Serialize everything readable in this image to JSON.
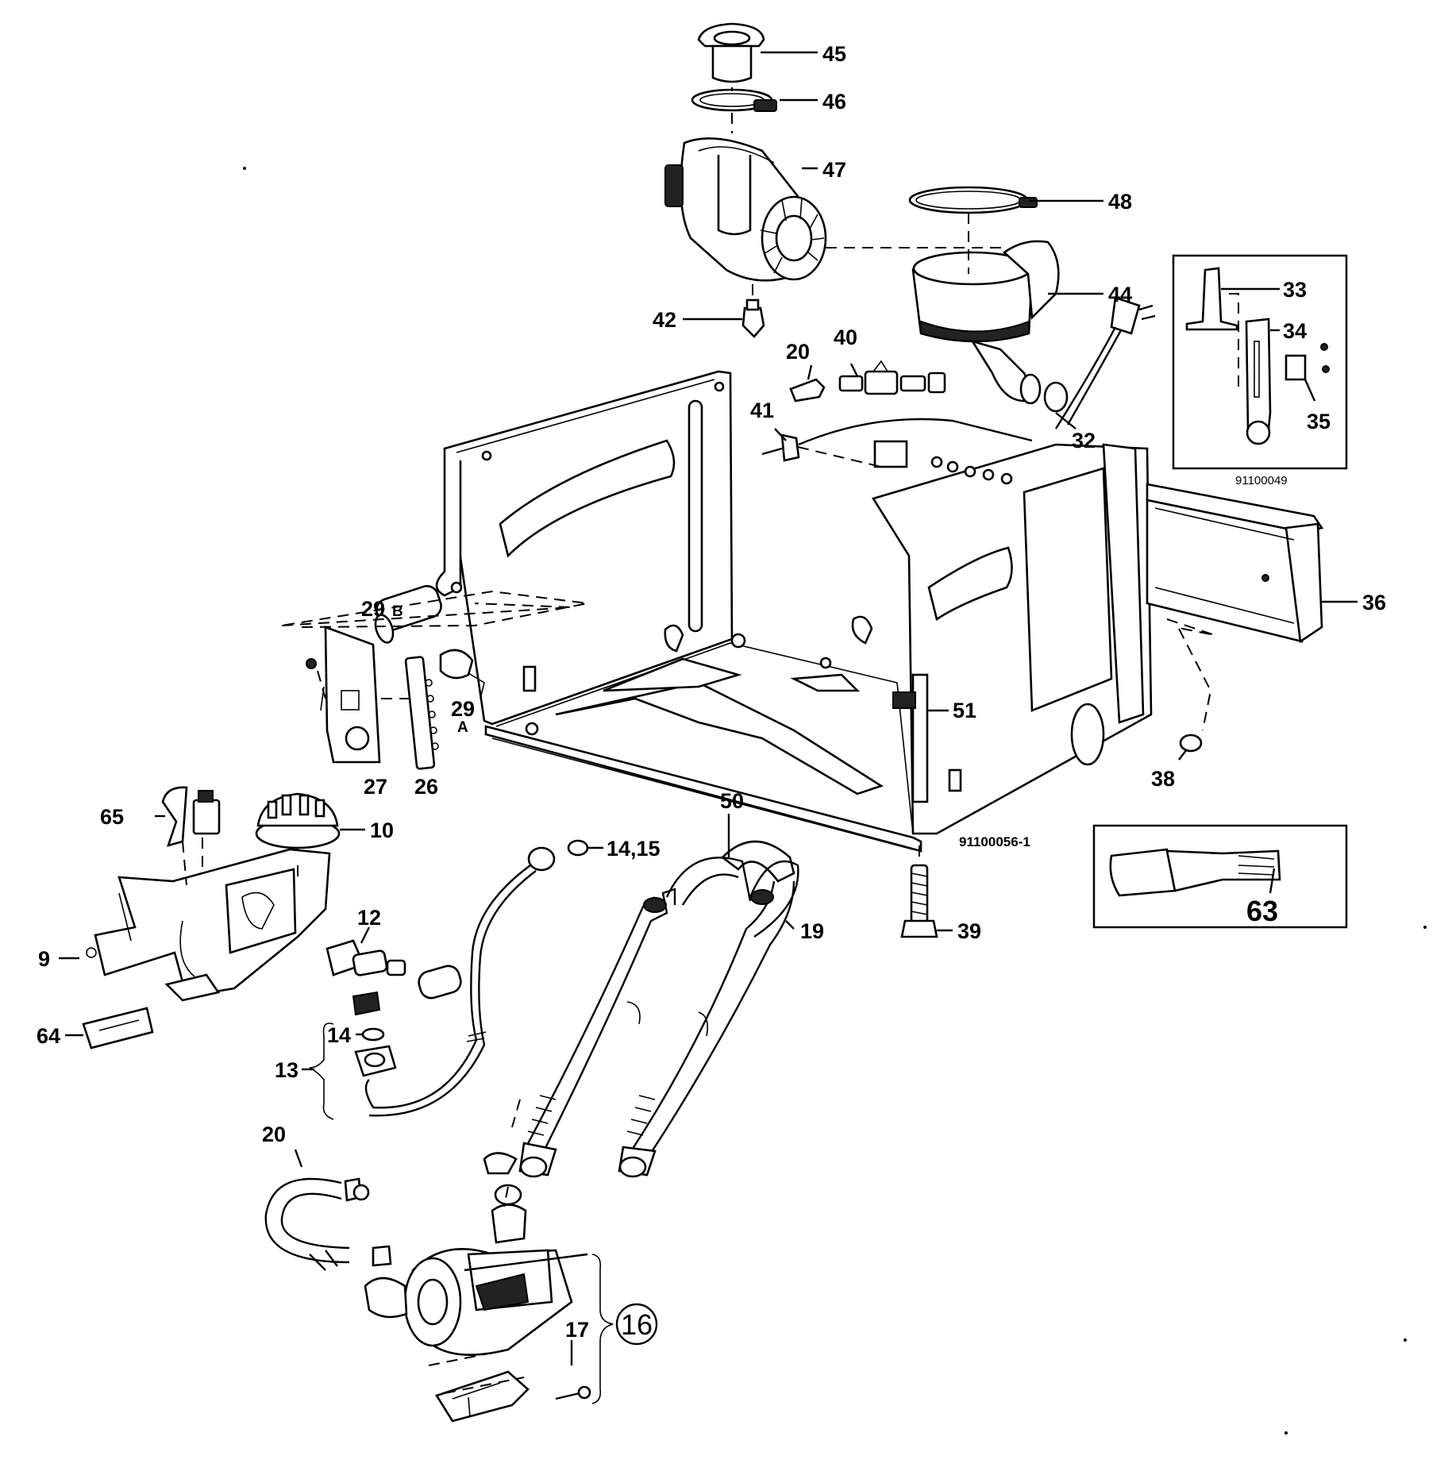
{
  "diagram": {
    "drawing_numbers": {
      "main": "91100056-1",
      "inset": "91100049"
    },
    "callouts": [
      {
        "id": "p45",
        "text": "45"
      },
      {
        "id": "p46",
        "text": "46"
      },
      {
        "id": "p47",
        "text": "47"
      },
      {
        "id": "p48",
        "text": "48"
      },
      {
        "id": "p44",
        "text": "44"
      },
      {
        "id": "p42",
        "text": "42"
      },
      {
        "id": "p20a",
        "text": "20"
      },
      {
        "id": "p40",
        "text": "40"
      },
      {
        "id": "p41",
        "text": "41"
      },
      {
        "id": "p32",
        "text": "32"
      },
      {
        "id": "p33",
        "text": "33"
      },
      {
        "id": "p34",
        "text": "34"
      },
      {
        "id": "p35",
        "text": "35"
      },
      {
        "id": "p36",
        "text": "36"
      },
      {
        "id": "p29b",
        "text": "29"
      },
      {
        "id": "p29b_suffix",
        "text": "B"
      },
      {
        "id": "p29a",
        "text": "29"
      },
      {
        "id": "p29a_suffix",
        "text": "A"
      },
      {
        "id": "p27",
        "text": "27"
      },
      {
        "id": "p26",
        "text": "26"
      },
      {
        "id": "p51",
        "text": "51"
      },
      {
        "id": "p38",
        "text": "38"
      },
      {
        "id": "p50",
        "text": "50"
      },
      {
        "id": "p65",
        "text": "65"
      },
      {
        "id": "p10",
        "text": "10"
      },
      {
        "id": "p14_15",
        "text": "14,15"
      },
      {
        "id": "p12",
        "text": "12"
      },
      {
        "id": "p19",
        "text": "19"
      },
      {
        "id": "p39",
        "text": "39"
      },
      {
        "id": "p63",
        "text": "63"
      },
      {
        "id": "p9",
        "text": "9"
      },
      {
        "id": "p64",
        "text": "64"
      },
      {
        "id": "p14",
        "text": "14"
      },
      {
        "id": "p13",
        "text": "13"
      },
      {
        "id": "p20b",
        "text": "20"
      },
      {
        "id": "p16",
        "text": "16"
      },
      {
        "id": "p17",
        "text": "17"
      }
    ]
  }
}
